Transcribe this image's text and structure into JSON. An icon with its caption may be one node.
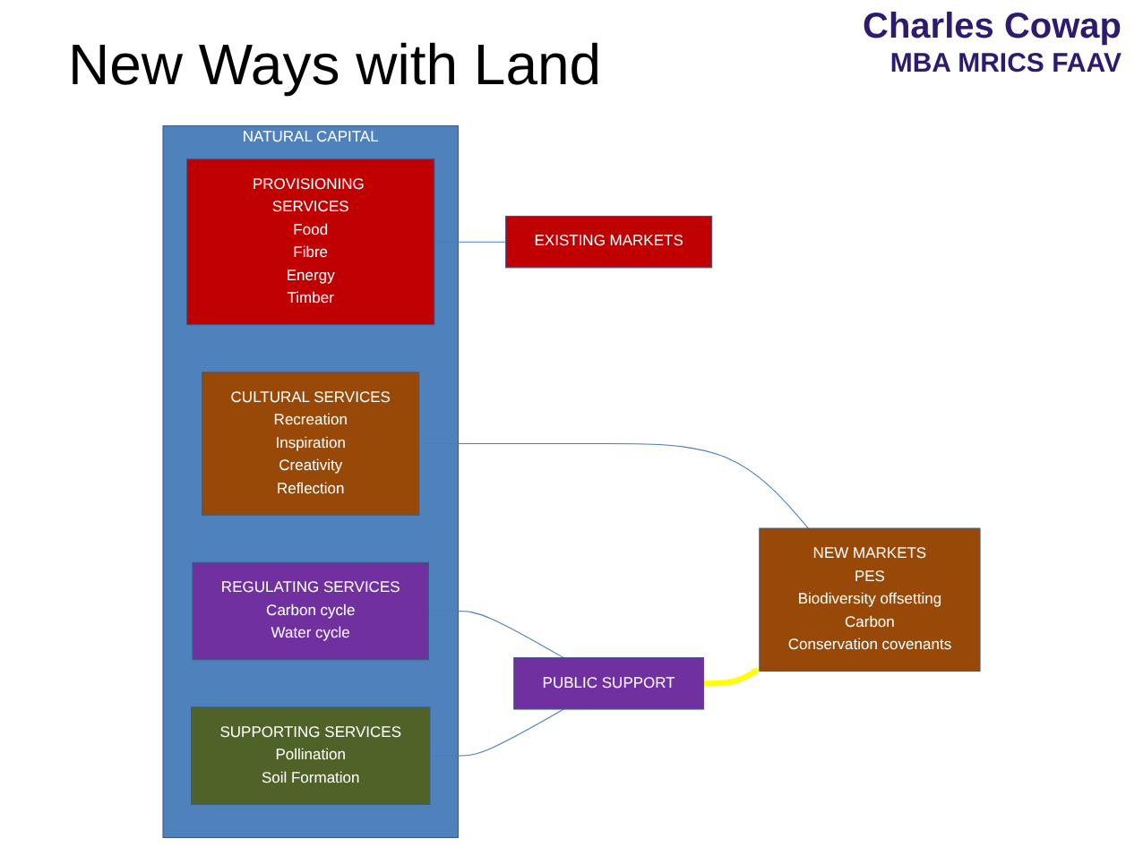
{
  "diagram": {
    "title": "New Ways with Land",
    "nodes": [
      {
        "text": [
          "NATURAL CAPITAL"
        ]
      },
      {
        "text": [
          "PROVISIONING SERVICES",
          "Food",
          "Fibre",
          "Energy",
          "Timber"
        ],
        "in": 0
      },
      {
        "text": [
          "REGULATING SERVICES",
          "Carbon cycle",
          "Water cycle"
        ],
        "in": 0
      },
      {
        "text": [
          "SUPPORTING SERVICES",
          "Pollination",
          "Soil Formation"
        ],
        "in": 0
      },
      {
        "text": [
          "CULTURAL SERVICES",
          "Recreation",
          "Inspiration",
          "Creativity",
          "Reflection"
        ],
        "in": 0
      },
      {
        "text": [
          "EXISTING MARKETS"
        ]
      },
      {
        "text": [
          "PUBLIC SUPPORT"
        ]
      },
      {
        "text": [
          "NEW MARKETS",
          "PES",
          "Biodiversity offsetting",
          "Carbon",
          "Conservation covenants"
        ]
      }
    ],
    "edges": [
      {
        "from": 1,
        "to": 5,
        "arrow": "none"
      },
      {
        "from": 2,
        "to": 6,
        "arrow": "none"
      },
      {
        "from": 3,
        "to": 6,
        "arrow": "none"
      },
      {
        "from": 4,
        "to": 7,
        "arrow": "none"
      },
      {
        "from": 6,
        "to": 7,
        "arrow": "to",
        "style": "thick",
        "color": "#ffff00"
      }
    ],
    "labels": [
      "Charles Cowap",
      "MBA MRICS FAAV"
    ]
  }
}
